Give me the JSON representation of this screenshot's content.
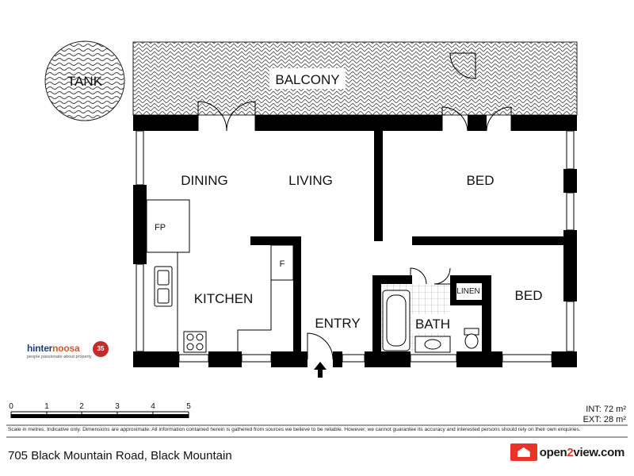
{
  "rooms": {
    "tank": "TANK",
    "balcony": "BALCONY",
    "dining": "DINING",
    "living": "LIVING",
    "bed1": "BED",
    "bed2": "BED",
    "fp": "FP",
    "fridge": "F",
    "kitchen": "KITCHEN",
    "entry": "ENTRY",
    "bath": "BATH",
    "linen": "LINEN"
  },
  "scale": {
    "ticks": [
      "0",
      "1",
      "2",
      "3",
      "4",
      "5"
    ],
    "unit_note": "Scale in metres. Indicative only. Dimensions are approximate. All information contained herein is gathered from sources we believe to be reliable. However, we cannot guarantee its accuracy and interested persons should rely on their own enquiries."
  },
  "areas": {
    "int": "INT: 72 m²",
    "ext": "EXT: 28 m²"
  },
  "address": "705 Black Mountain Road, Black Mountain",
  "branding": {
    "agency_part1": "hinter",
    "agency_part2": "noosa",
    "agency_tagline": "people passionate about property",
    "badge": "35",
    "portal_part1": "open",
    "portal_part2": "2",
    "portal_part3": "view.com"
  },
  "colors": {
    "wall": "#000000",
    "brand_red": "#e8342a",
    "agency_blue": "#1f3d7a"
  }
}
